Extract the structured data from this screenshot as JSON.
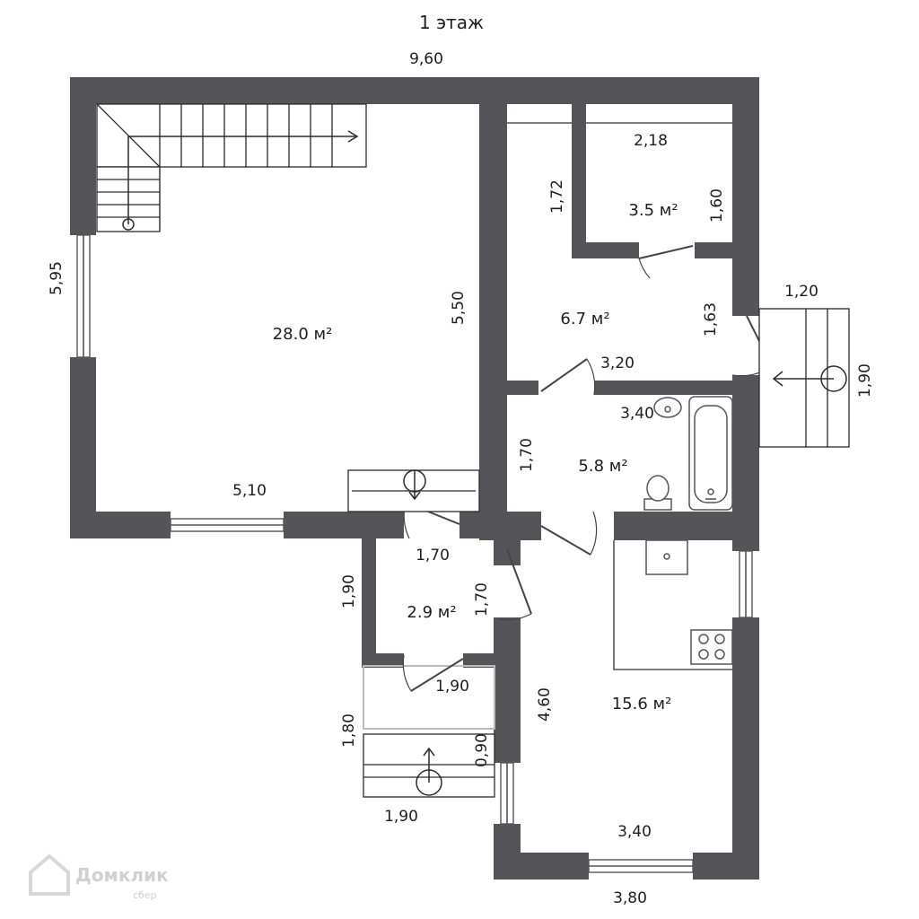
{
  "title": "1 этаж",
  "dimensions": {
    "total_width": "9,60",
    "left_height": "5,95",
    "hall_height": "5,50",
    "hall_width": "5,10",
    "closet_width": "2,18",
    "closet_left": "1,72",
    "closet_right": "1,60",
    "corridor_width": "3,20",
    "corridor_height": "1,63",
    "porch_width": "1,20",
    "porch_height": "1,90",
    "bath_width": "3,40",
    "bath_height": "1,70",
    "vestibule_width": "1,70",
    "vestibule_left": "1,90",
    "vestibule_door": "1,70",
    "vestibule_bottom": "1,90",
    "terrace_height": "1,80",
    "steps_height": "0,90",
    "steps_width": "1,90",
    "kitchen_height": "4,60",
    "kitchen_width": "3,40",
    "kitchen_outer": "3,80"
  },
  "rooms": {
    "hall": "28.0 м²",
    "closet": "3.5 м²",
    "corridor": "6.7 м²",
    "bathroom": "5.8 м²",
    "vestibule": "2.9 м²",
    "kitchen": "15.6 м²"
  },
  "watermark": {
    "brand": "Домклик",
    "sub": "сбер"
  },
  "colors": {
    "wall": "#555559",
    "background": "#ffffff"
  }
}
